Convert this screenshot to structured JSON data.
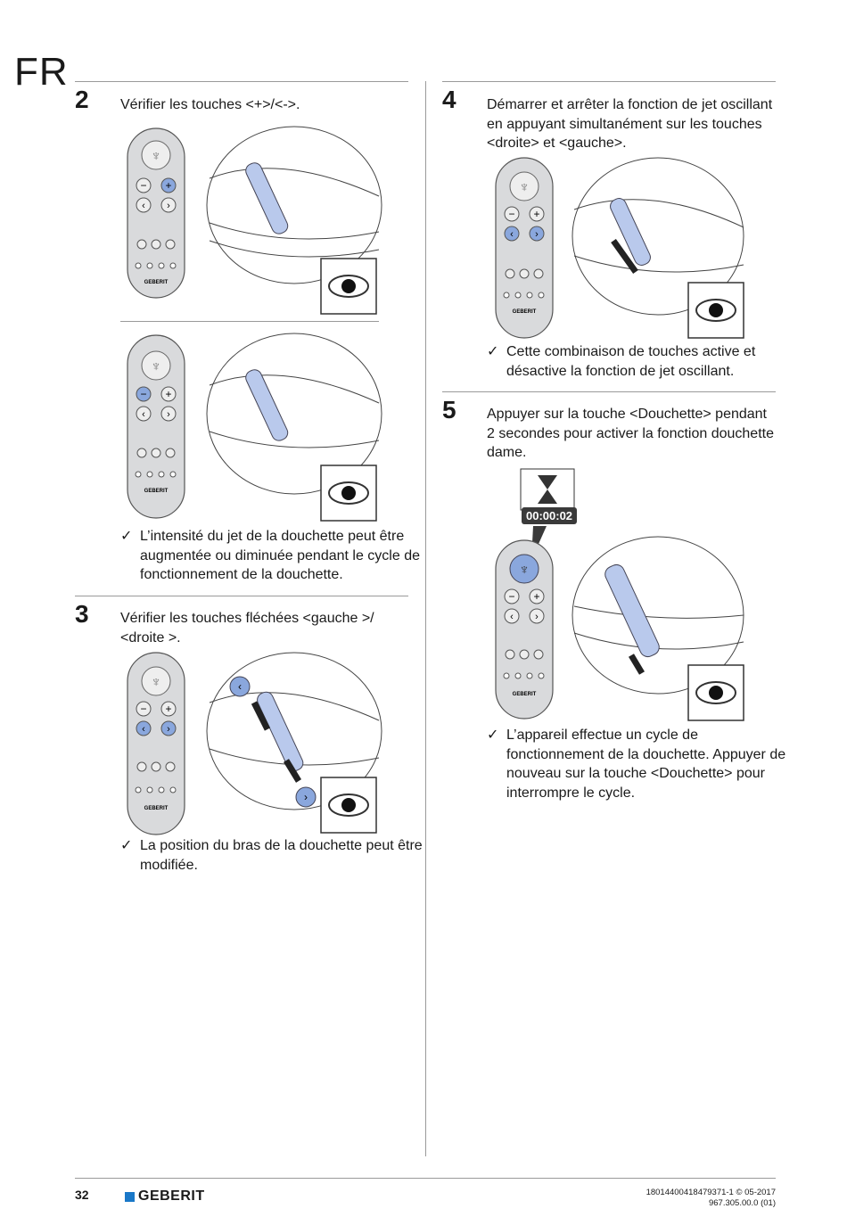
{
  "page": {
    "language": "FR",
    "page_number": "32"
  },
  "brand": {
    "name": "GEBERIT"
  },
  "doc_ref": {
    "line1": "18014400418479371-1 © 05-2017",
    "line2": "967.305.00.0 (01)"
  },
  "steps": {
    "s2": {
      "number": "2",
      "text": "Vérifier les touches <+>/<->.",
      "check": "L’intensité du jet de la douchette peut être augmentée ou diminuée pendant le cycle de fonctionnement de la douchette."
    },
    "s3": {
      "number": "3",
      "text": "Vérifier les touches fléchées <gauche >/ <droite >.",
      "check": "La position du bras de la douchette peut être modifiée."
    },
    "s4": {
      "number": "4",
      "text": "Démarrer et arrêter la fonction de jet oscillant en appuyant simultanément sur les touches <droite> et <gauche>.",
      "check": "Cette combinaison de touches active et désactive la fonction de jet oscillant."
    },
    "s5": {
      "number": "5",
      "text": "Appuyer sur la touche <Douchette> pendant 2 secondes pour activer la fonction douchette dame.",
      "check": "L’appareil effectue un cycle de fonctionnement de la douchette. Appuyer de nouveau sur la touche <Douchette> pour interrompre le cycle.",
      "timer": "00:00:02"
    }
  },
  "remote": {
    "brand": "GEBERIT"
  },
  "colors": {
    "accent": "#8aa7dd",
    "brand_blue": "#1a78c8",
    "remote_body": "#d9dadc"
  }
}
